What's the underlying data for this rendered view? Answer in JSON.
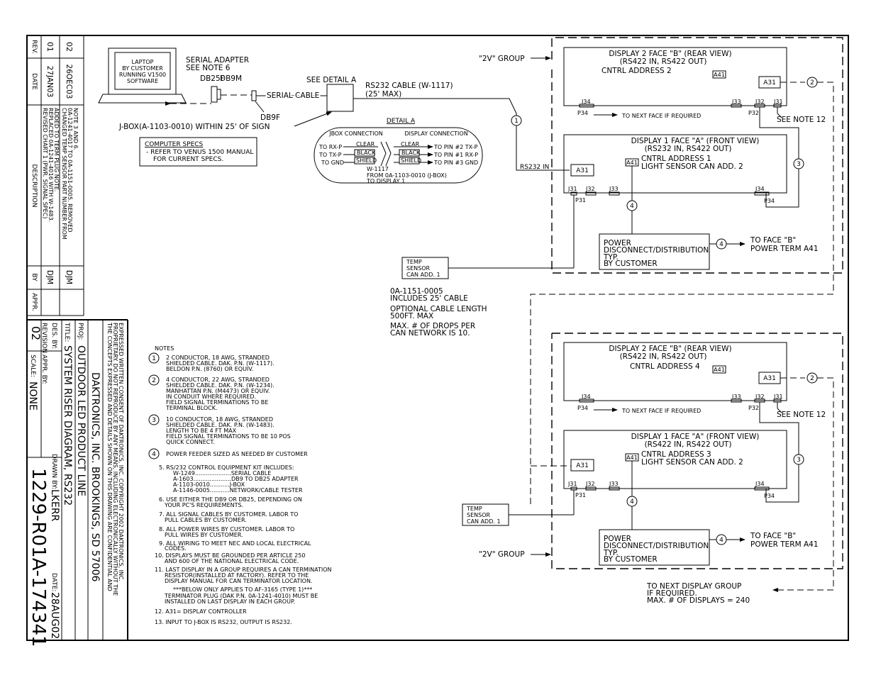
{
  "revisions": {
    "headers": {
      "rev": "REV.",
      "date": "DATE",
      "description": "DESCRIPTION",
      "by": "BY",
      "appr": "APPR."
    },
    "rows": [
      {
        "rev": "01",
        "date": "27JAN03",
        "desc1": "REVISED CHART 1 (PWR. SIGNAL SPEC)",
        "desc2": "REPLACED 0A-1241-4016 WITH W-1483.",
        "desc3": "ADDED TO TERM PLUG NOTE.",
        "by": "DJM"
      },
      {
        "rev": "02",
        "date": "26OEC03",
        "desc1": "CHANGED TEMP SENSOR PART NUMBER FROM",
        "desc2": "0A-1241-4017 TO 0A-1151-0005. REMOVED",
        "desc3": "NOTE 3 AND 6.",
        "by": "DJM"
      }
    ]
  },
  "title_block": {
    "confidential": [
      "THE CONCEPTS EXPRESSED AND DETAILS SHOWN ON THIS DRAWING ARE CONFIDENTIAL AND",
      "PROPRIETARY. DO NOT REPRODUCE BY ANY MEANS, INCLUDING ELECTRONICALLY WITHOUT THE",
      "EXPRESSED WRITTEN CONSENT OF DAKTRONICS, INC.                COPYRIGHT 2002 DAKTRONICS, INC."
    ],
    "company": "DAKTRONICS, INC.  BROOKINGS, SD 57006",
    "proj_label": "PROJ:",
    "proj": "OUTDOOR LED PRODUCT LINE",
    "title_label": "TITLE:",
    "title": "SYSTEM RISER DIAGRAM, RS232",
    "des_label": "DES. BY:",
    "drawn_label": "DRAWN BY:",
    "drawn": "LKERR",
    "date_label": "DATE:",
    "date": "28AUG02",
    "revision_label": "REVISION",
    "revision": "02",
    "appr_label": "APPR. BY:",
    "scale_label": "SCALE:",
    "scale": "NONE",
    "drawing_number": "1229-R01A-174341"
  },
  "laptop": {
    "line1": "LAPTOP",
    "line2": "BY CUSTOMER",
    "line3": "RUNNING V1500",
    "line4": "SOFTWARE"
  },
  "labels": {
    "serial_adapter": "SERIAL ADAPTER",
    "see_note_6": "SEE NOTE 6",
    "db25f": "DB25F",
    "db9m": "DB9M",
    "db9f": "DB9F",
    "serial_cable": "SERIAL CABLE",
    "see_detail_a": "SEE DETAIL A",
    "rs232_cable": "RS232 CABLE (W-1117)",
    "max25": "(25' MAX)",
    "jbox": "J-BOX(A-1103-0010) WITHIN 25' OF SIGN",
    "rs232_in": "RS232 IN",
    "group_2v_top": "\"2V\" GROUP",
    "group_2v_bottom": "\"2V\" GROUP"
  },
  "computer_specs": {
    "title": "COMPUTER SPECS",
    "line1": "- REFER TO VENUS 1500 MANUAL",
    "line2": "FOR CURRENT SPECS."
  },
  "detail_a": {
    "title": "DETAIL A",
    "jbox_conn": "JBOX CONNECTION",
    "display_conn": "DISPLAY CONNECTION",
    "left": [
      "TO RX-P",
      "TO TX-P",
      "TO GND"
    ],
    "wires": [
      "CLEAR",
      "BLACK",
      "SHIELD"
    ],
    "right": [
      "TO PIN #2 TX-P",
      "TO PIN #1 RX-P",
      "TO PIN #3 GND"
    ],
    "w1117": "W-1117",
    "from": "FROM 0A-1103-0010 (J-BOX)",
    "to": "TO DISPLAY 1"
  },
  "group1": {
    "d2_title": "DISPLAY 2 FACE \"B\" (REAR VIEW)",
    "d2_sub": "(RS422 IN, RS422 OUT)",
    "d2_addr": "CNTRL ADDRESS 2",
    "d1_title": "DISPLAY 1 FACE \"A\" (FRONT VIEW)",
    "d1_sub": "(RS232 IN, RS422 OUT)",
    "d1_addr": "CNTRL ADDRESS 1",
    "light": "LIGHT SENSOR CAN ADD. 2",
    "temp": [
      "TEMP",
      "SENSOR",
      "CAN ADD. 1"
    ]
  },
  "group2": {
    "d2_title": "DISPLAY 2 FACE \"B\" (REAR VIEW)",
    "d2_sub": "(RS422 IN, RS422 OUT)",
    "d2_addr": "CNTRL ADDRESS 4",
    "d1_title": "DISPLAY 1 FACE \"A\" (FRONT VIEW)",
    "d1_sub": "(RS422 IN, RS422 OUT)",
    "d1_addr": "CNTRL ADDRESS 3",
    "light": "LIGHT SENSOR CAN ADD. 2",
    "temp": [
      "TEMP",
      "SENSOR",
      "CAN ADD. 1"
    ]
  },
  "common": {
    "a41": "A41",
    "a31": "A31",
    "j34": "J34",
    "j33": "J33",
    "j32": "J32",
    "j31": "J31",
    "p34": "P34",
    "p32": "P32",
    "p31": "P31",
    "to_next_face": "TO NEXT FACE IF REQUIRED",
    "see_note_12": "SEE NOTE 12",
    "power": [
      "POWER",
      "DISCONNECT/DISTRIBUTION",
      "TYP.",
      "BY CUSTOMER"
    ],
    "to_face_b": "TO FACE \"B\"",
    "power_term": "POWER TERM A41",
    "c1": "1",
    "c2": "2",
    "c3": "3",
    "c4": "4"
  },
  "sensor_info": [
    "0A-1151-0005",
    "INCLUDES 25' CABLE",
    "OPTIONAL CABLE LENGTH",
    "500FT. MAX",
    "MAX. # OF DROPS PER",
    "CAN NETWORK IS 10."
  ],
  "next_group": [
    "TO NEXT DISPLAY GROUP",
    "IF REQUIRED.",
    "MAX. # OF DISPLAYS = 240"
  ],
  "notes": {
    "title": "NOTES",
    "n1": [
      "2 CONDUCTOR, 18 AWG, STRANDED",
      "SHIELDED CABLE. DAK. P.N. (W-1117).",
      "BELDON P.N. (8760) OR EQUIV."
    ],
    "n2": [
      "4 CONDUCTOR, 22 AWG, STRANDED",
      "SHIELDED CABLE. DAK. P.N. (W-1234).",
      "MANHATTAN P.N. (M4473) OR EQUIV.",
      "IN CONDUIT WHERE REQUIRED.",
      "FIELD SIGNAL TERMINATIONS TO BE",
      "TERMINAL BLOCK."
    ],
    "n3": [
      "10 CONDUCTOR, 18 AWG, STRANDED",
      "SHIELDED CABLE. DAK. P.N. (W-1483).",
      "LENGTH TO BE 4 FT MAX",
      "FIELD SIGNAL TERMINATIONS TO BE 10 POS",
      "QUICK CONNECT."
    ],
    "n4": [
      "POWER FEEDER SIZED AS NEEDED BY CUSTOMER"
    ],
    "n5": [
      "5. RS/232 CONTROL EQUIPMENT KIT INCLUDES:",
      "W-1249....................SERIAL CABLE",
      "A-1603.....................DB9 TO DB25 ADAPTER",
      "A-1103-0010...........J-BOX",
      "A-1146-0005...........NETWORK/CABLE TESTER"
    ],
    "n6": [
      "6. USE EITHER THE DB9 OR DB25, DEPENDING ON",
      "YOUR PC'S REQUIREMENTS."
    ],
    "n7": [
      "7. ALL SIGNAL CABLES BY CUSTOMER. LABOR TO",
      "PULL CABLES BY CUSTOMER."
    ],
    "n8": [
      "8. ALL POWER WIRES BY CUSTOMER. LABOR TO",
      "PULL WIRES BY CUSTOMER."
    ],
    "n9": [
      "9. ALL WIRING TO MEET NEC AND LOCAL ELECTRICAL",
      "CODES."
    ],
    "n10": [
      "10. DISPLAYS MUST BE GROUNDED PER ARTICLE 250",
      "AND 600 OF THE NATIONAL ELECTRICAL CODE."
    ],
    "n11": [
      "11. LAST DISPLAY IN A GROUP REQUIRES A CAN TERMINATION",
      "RESISTOR(INSTALLED AT FACTORY). REFER TO THE",
      "DISPLAY MANUAL FOR CAN TERMINATOR LOCATION.",
      "***BELOW ONLY APPLIES TO AF-3165 (TYPE 1)***",
      "TERMINATOR PLUG (DAK P.N. 0A-1241-4010) MUST BE",
      "INSTALLED ON LAST DISPLAY IN EACH GROUP."
    ],
    "n12": [
      "12. A31= DISPLAY CONTROLLER"
    ],
    "n13": [
      "13. INPUT TO J-BOX IS RS232, OUTPUT IS RS232."
    ]
  }
}
